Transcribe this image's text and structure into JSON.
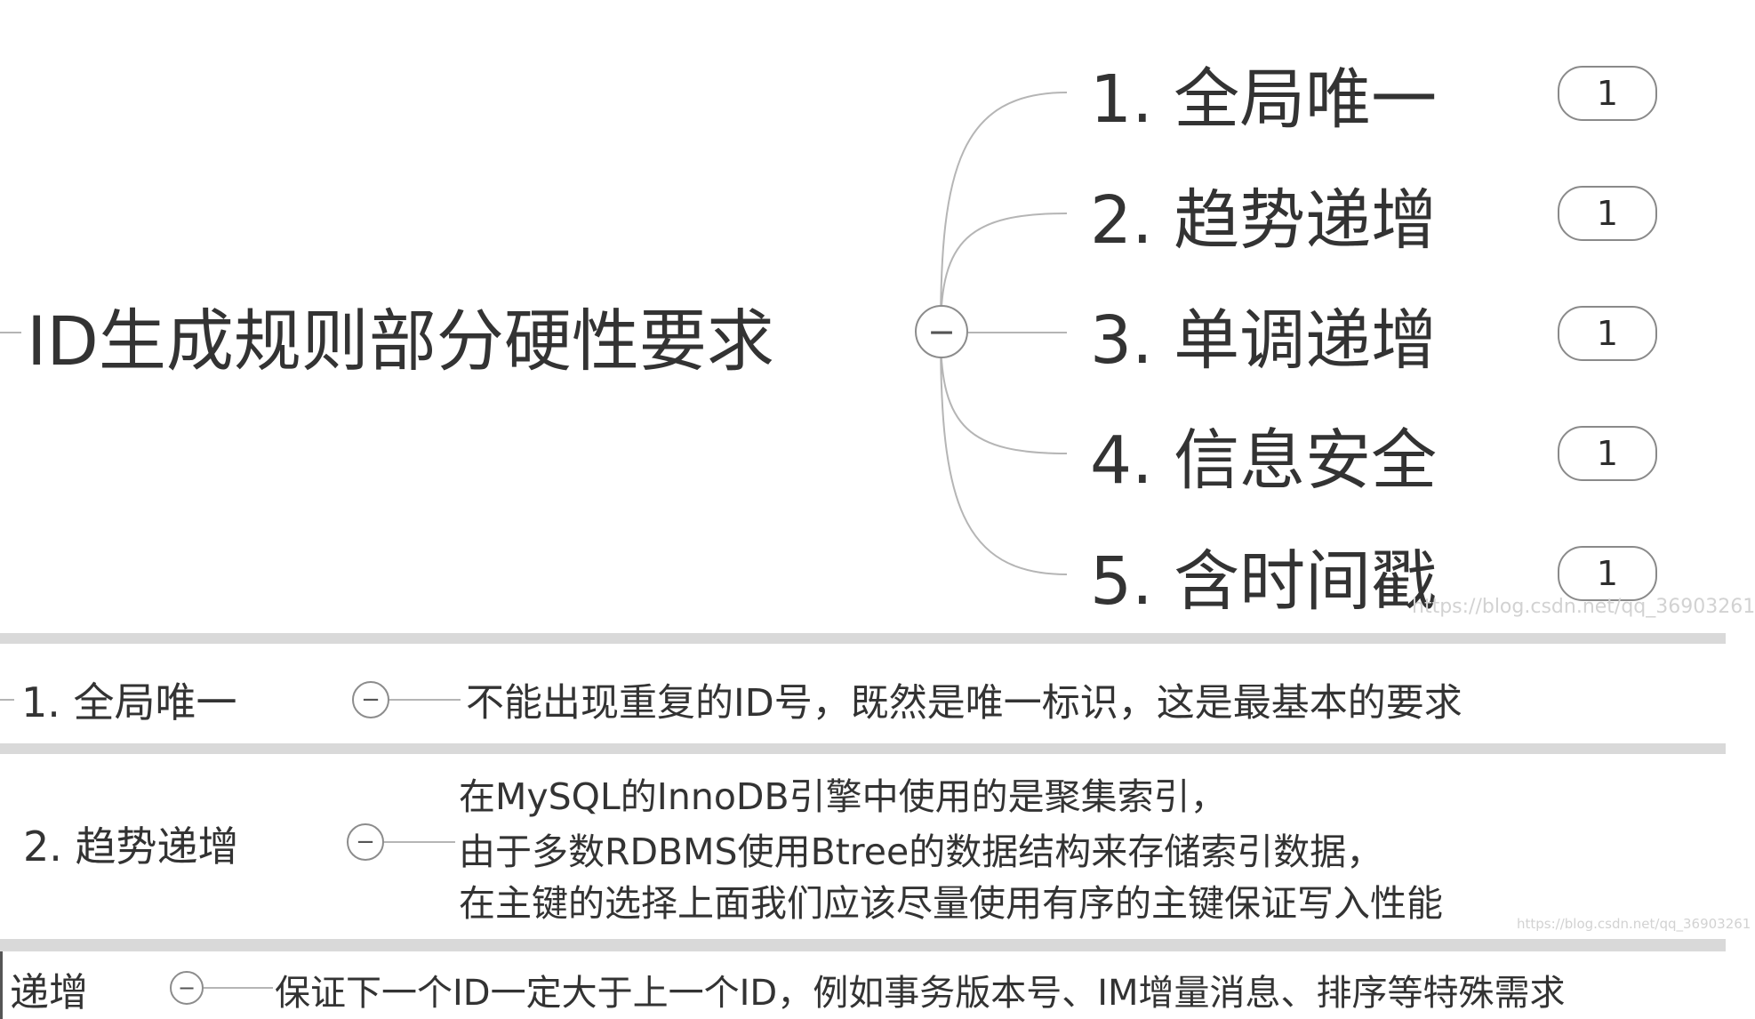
{
  "mindmap": {
    "root_label": "ID生成规则部分硬性要求",
    "collapse_symbol": "−",
    "children": [
      {
        "label": "1. 全局唯一",
        "badge": "1"
      },
      {
        "label": "2. 趋势递增",
        "badge": "1"
      },
      {
        "label": "3. 单调递增",
        "badge": "1"
      },
      {
        "label": "4. 信息安全",
        "badge": "1"
      },
      {
        "label": "5. 含时间戳",
        "badge": "1"
      }
    ],
    "watermark": "https://blog.csdn.net/qq_36903261"
  },
  "detail_1": {
    "topic": "1. 全局唯一",
    "text": "不能出现重复的ID号，既然是唯一标识，这是最基本的要求"
  },
  "detail_2": {
    "topic": "2. 趋势递增",
    "lines": [
      "在MySQL的InnoDB引擎中使用的是聚集索引，",
      "由于多数RDBMS使用Btree的数据结构来存储索引数据，",
      "在主键的选择上面我们应该尽量使用有序的主键保证写入性能"
    ],
    "watermark": "https://blog.csdn.net/qq_36903261"
  },
  "detail_3": {
    "topic": "递增",
    "text": "保证下一个ID一定大于上一个ID，例如事务版本号、IM增量消息、排序等特殊需求"
  }
}
